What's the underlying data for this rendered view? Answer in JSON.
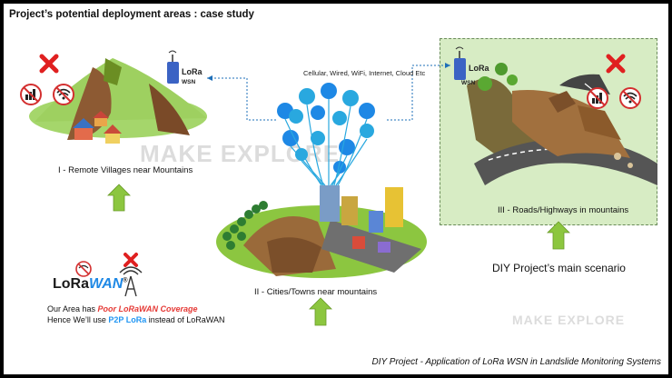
{
  "title": "Project’s potential deployment areas : case study",
  "network_note": "Cellular, Wired, WiFi, Internet, Cloud Etc",
  "lora_label": "LoRa",
  "wsn_label": "WSN",
  "captions": {
    "villages": "I - Remote Villages near Mountains",
    "cities": "II - Cities/Towns near mountains",
    "roads": "III - Roads/Highways in mountains"
  },
  "main_scenario": "DIY Project’s main scenario",
  "lorawan_logo": {
    "part1": "LoRa",
    "part2": "WAN",
    "mark": "®"
  },
  "coverage_note": {
    "line1_prefix": "Our Area has ",
    "line1_emph": "Poor LoRaWAN Coverage",
    "line2_prefix": "Hence We’ll use ",
    "line2_emph": "P2P LoRa",
    "line2_suffix": " instead of LoRaWAN"
  },
  "footer": "DIY Project - Application of LoRa WSN in Landslide Monitoring Systems",
  "watermark": {
    "part1": "MAKE",
    "part2": "EXPLORE"
  },
  "colors": {
    "arrow_green": "#8cc63f",
    "cross_red": "#e02020",
    "box_green": "#d7ecc4",
    "link_blue": "#1e88e5"
  }
}
